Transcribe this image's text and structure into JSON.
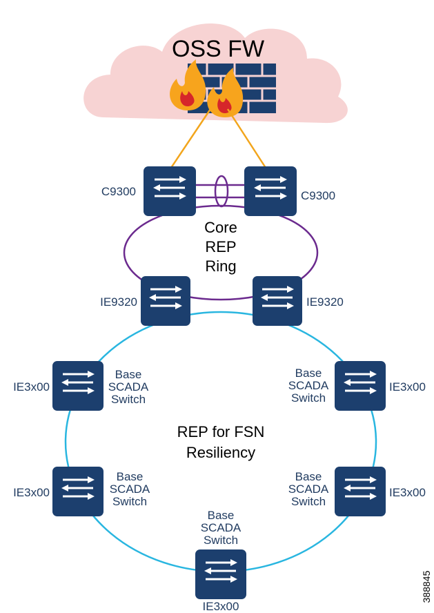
{
  "cloud": {
    "title": "OSS FW",
    "firewall_icon": "firewall-icon"
  },
  "core": {
    "left_switch_label": "C9300",
    "right_switch_label": "C9300",
    "ring_label_lines": [
      "Core",
      "REP",
      "Ring"
    ],
    "ie9320_left_label": "IE9320",
    "ie9320_right_label": "IE9320"
  },
  "fsn": {
    "ring_label_lines": [
      "REP for FSN",
      "Resiliency"
    ],
    "node_label_lines": [
      "Base",
      "SCADA",
      "Switch"
    ],
    "node_model": "IE3x00"
  },
  "figure_id": "388845",
  "colors": {
    "cloud_fill": "#f7d3d3",
    "switch_fill": "#1c3f6e",
    "uplink": "#f2a51c",
    "core_ring": "#6b2a8e",
    "fsn_ring": "#29b6e0",
    "flame_outer": "#f7a41d",
    "flame_inner": "#d6262a",
    "label_blue": "#1f3a5f"
  }
}
